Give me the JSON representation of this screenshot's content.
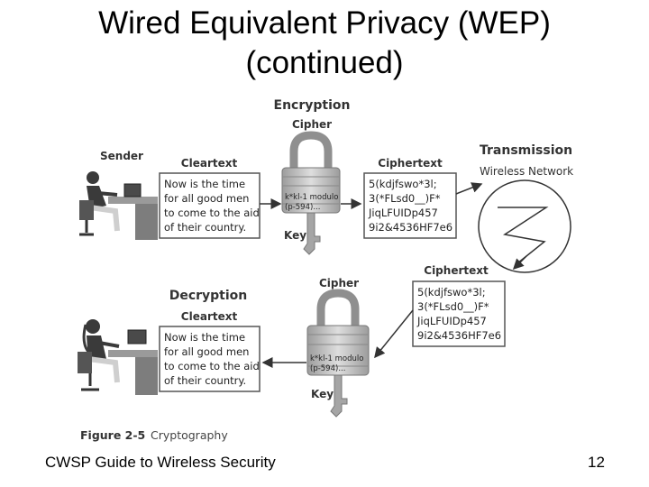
{
  "slide": {
    "title_line1": "Wired Equivalent Privacy (WEP)",
    "title_line2": "(continued)",
    "footer_left": "CWSP Guide to Wireless Security",
    "page_number": "12"
  },
  "figure": {
    "encryption_heading": "Encryption",
    "decryption_heading": "Decryption",
    "sender_label": "Sender",
    "cipher_label": "Cipher",
    "key_label": "Key",
    "cleartext_label": "Cleartext",
    "ciphertext_label": "Ciphertext",
    "transmission_heading": "Transmission",
    "wireless_network_label": "Wireless Network",
    "cleartext_lines": [
      "Now is the time",
      "for all good men",
      "to come to the aid",
      "of their country."
    ],
    "ciphertext_lines": [
      "5(kdjfswo*3l;",
      "3(*FLsd0__)F*",
      "JiqLFUIDp457",
      "9i2&4536HF7e6"
    ],
    "lock_text_lines": [
      "k*kl-1 modulo",
      "(p-594)..."
    ],
    "caption_number": "Figure 2-5",
    "caption_text": "Cryptography"
  },
  "colors": {
    "box_border": "#555555",
    "lock_body": "#b8b8b8",
    "lock_shackle": "#8f8f8f",
    "person_dark": "#3a3a3a",
    "desk": "#9a9a9a"
  }
}
